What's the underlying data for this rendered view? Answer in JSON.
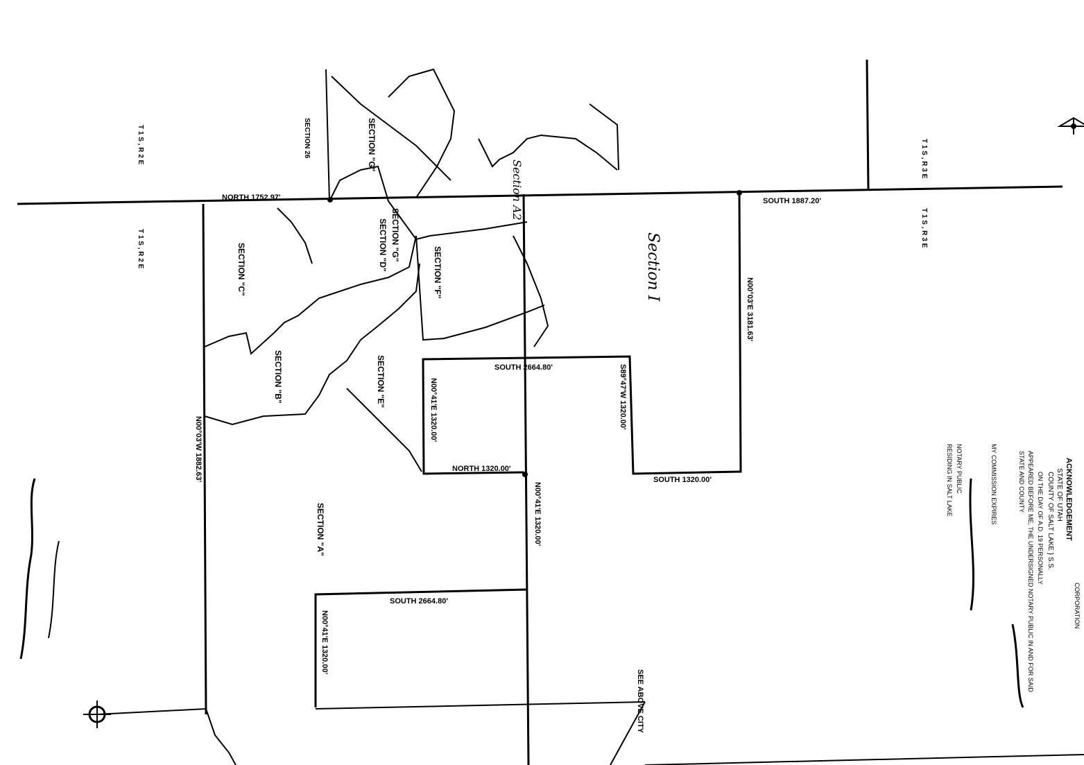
{
  "survey_labels": {
    "north_line": "NORTH 1752.97'",
    "south_line": "SOUTH 1887.20'",
    "south_2664_upper": "SOUTH 2664.80'",
    "south_2664_lower": "SOUTH 2664.80'",
    "north_1320": "NORTH 1320.00'",
    "south_1320": "SOUTH 1320.00'",
    "s89_1320": "S89°47'W 1320.00'",
    "n00_1320_a": "N00°41'E 1320.00'",
    "n00_1320_b": "N00°41'E 1320.00'",
    "n00_1320_c": "N00°41'E 1320.00'",
    "n00_right": "N00°03'E 3181.63'",
    "left_bearing": "N00°03'W 1882.63'"
  },
  "sections": {
    "a": "SECTION \"A\"",
    "b": "SECTION \"B\"",
    "c": "SECTION \"C\"",
    "d": "SECTION \"D\"",
    "e": "SECTION \"E\"",
    "f": "SECTION \"F\"",
    "g": "SECTION \"G\"",
    "gh": "SECTION \"G\"",
    "sec26": "SECTION 26"
  },
  "township": {
    "t1s_r2e_upper": "T 1 S , R 2 E",
    "t1s_r2e_lower": "T 1 S , R 2 E",
    "t1s_r3e_upper": "T 1 S , R 3 E",
    "t1s_r3e_lower": "T 1 S , R 3 E"
  },
  "handwritten": {
    "section_i": "Section I",
    "section_a2": "Section A2"
  },
  "acknowledgement": {
    "heading": "ACKNOWLEDGEMENT",
    "state": "STATE OF UTAH",
    "county": "COUNTY OF SALT LAKE } S.S.",
    "line1": "ON THE DAY OF A.D. 19 PERSONALLY",
    "line2": "APPEARED BEFORE ME, THE UNDERSIGNED NOTARY PUBLIC IN AND FOR SAID",
    "line3": "STATE AND COUNTY",
    "line4": "MY COMMISSION EXPIRES",
    "line5": "NOTARY PUBLIC",
    "line6": "RESIDING IN SALT LAKE",
    "corp": "CORPORATION"
  },
  "corner_note": "CITY",
  "bottom_note": "SEE ABOVE CITY",
  "colors": {
    "ink": "#000000",
    "paper": "#ffffff"
  },
  "icons": [
    "north-arrow-icon",
    "section-corner-icon"
  ]
}
